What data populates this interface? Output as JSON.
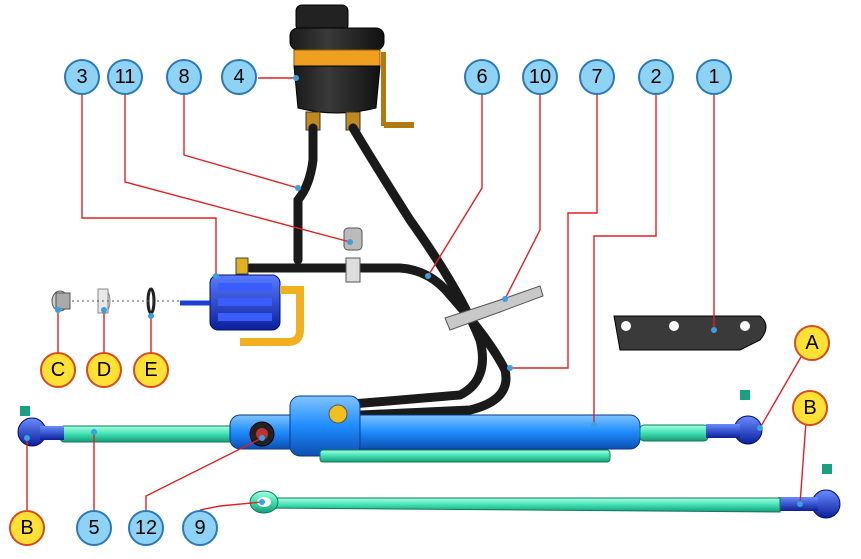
{
  "callouts_numbered": [
    {
      "key": "c1",
      "label": "1"
    },
    {
      "key": "c2",
      "label": "2"
    },
    {
      "key": "c3",
      "label": "3"
    },
    {
      "key": "c4",
      "label": "4"
    },
    {
      "key": "c5",
      "label": "5"
    },
    {
      "key": "c6",
      "label": "6"
    },
    {
      "key": "c7",
      "label": "7"
    },
    {
      "key": "c8",
      "label": "8"
    },
    {
      "key": "c9",
      "label": "9"
    },
    {
      "key": "c10",
      "label": "10"
    },
    {
      "key": "c11",
      "label": "11"
    },
    {
      "key": "c12",
      "label": "12"
    }
  ],
  "callouts_lettered": [
    {
      "key": "cA",
      "label": "A"
    },
    {
      "key": "cB1",
      "label": "B"
    },
    {
      "key": "cB2",
      "label": "B"
    },
    {
      "key": "cC",
      "label": "C"
    },
    {
      "key": "cD",
      "label": "D"
    },
    {
      "key": "cE",
      "label": "E"
    }
  ],
  "colors": {
    "numbered_fill": "#8fd3f4",
    "numbered_stroke": "#2a7ab8",
    "lettered_fill": "#ffe135",
    "lettered_stroke": "#d94a1e",
    "leader": "#e02020",
    "tie_rod": "#40e0b0",
    "rack_body": "#1e90ff",
    "hose": "#1a1a1a",
    "reservoir_cap": "#2b2b2b",
    "reservoir_band": "#f0a020",
    "pump_blue": "#1a3fd6",
    "bracket": "#2a2a2a"
  }
}
